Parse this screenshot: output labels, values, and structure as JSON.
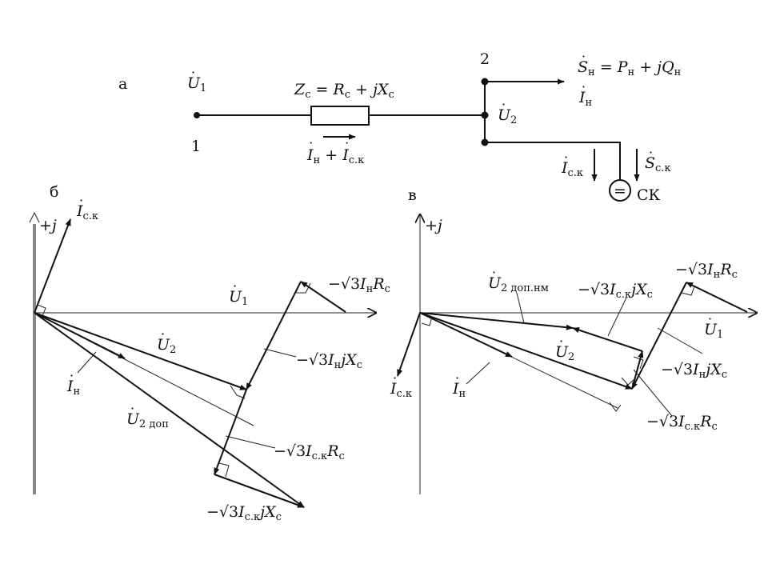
{
  "circuit": {
    "panel_label": "а",
    "node1_voltage": {
      "base": "U",
      "over": "·",
      "sub": "1"
    },
    "node1_number": "1",
    "impedance": {
      "lhs": "Z",
      "lhs_sub": "с",
      "eq": " = ",
      "r": "R",
      "r_sub": "с",
      "plus": " + ",
      "jx": "jX",
      "x_sub": "с"
    },
    "line_current": {
      "a": "I",
      "a_over": "·",
      "a_sub": "н",
      "plus": " + ",
      "b": "I",
      "b_over": "·",
      "b_sub": "с.к"
    },
    "node2_number": "2",
    "node2_voltage": {
      "base": "U",
      "over": "·",
      "sub": "2"
    },
    "load_power": {
      "s": "S",
      "s_over": "·",
      "s_sub": "н",
      "eq": " = ",
      "p": "P",
      "p_sub": "н",
      "plus": " + ",
      "jq": "jQ",
      "q_sub": "н"
    },
    "load_current": {
      "base": "I",
      "over": "·",
      "sub": "н"
    },
    "comp_current": {
      "base": "I",
      "over": "·",
      "sub": "с.к"
    },
    "comp_power": {
      "base": "S",
      "over": "·",
      "sub": "с.к"
    },
    "compensator_symbol": "=",
    "compensator_name": "СК"
  },
  "diagram_b": {
    "panel_label": "б",
    "axis_label": "+j",
    "comp_current": {
      "base": "I",
      "over": "·",
      "sub": "с.к"
    },
    "u1": {
      "base": "U",
      "over": "·",
      "sub": "1"
    },
    "term1": {
      "pre": "−√3",
      "i": "I",
      "i_sub": "н",
      "r": "R",
      "r_sub": "с"
    },
    "u2": {
      "base": "U",
      "over": "·",
      "sub": "2"
    },
    "term2": {
      "pre": "−√3",
      "i": "I",
      "i_sub": "н",
      "x": "jX",
      "x_sub": "с"
    },
    "load_current": {
      "base": "I",
      "over": "·",
      "sub": "н"
    },
    "u2_dop": {
      "base": "U",
      "over": "·",
      "sub": "2 доп"
    },
    "term3": {
      "pre": "−√3",
      "i": "I",
      "i_sub": "с.к",
      "r": "R",
      "r_sub": "с"
    },
    "term4": {
      "pre": "−√3",
      "i": "I",
      "i_sub": "с.к",
      "x": "jX",
      "x_sub": "с"
    }
  },
  "diagram_v": {
    "panel_label": "в",
    "axis_label": "+j",
    "u2_dop_nm": {
      "base": "U",
      "over": "·",
      "sub": "2 доп.нм"
    },
    "term_xc": {
      "pre": "−√3",
      "i": "I",
      "i_sub": "с.к",
      "x": "jX",
      "x_sub": "с"
    },
    "term_rn": {
      "pre": "−√3",
      "i": "I",
      "i_sub": "н",
      "r": "R",
      "r_sub": "с"
    },
    "u1": {
      "base": "U",
      "over": "·",
      "sub": "1"
    },
    "u2": {
      "base": "U",
      "over": "·",
      "sub": "2"
    },
    "term_xn": {
      "pre": "−√3",
      "i": "I",
      "i_sub": "н",
      "x": "jX",
      "x_sub": "с"
    },
    "comp_current": {
      "base": "I",
      "over": "·",
      "sub": "с.к"
    },
    "load_current": {
      "base": "I",
      "over": "·",
      "sub": "н"
    },
    "term_rc": {
      "pre": "−√3",
      "i": "I",
      "i_sub": "с.к",
      "r": "R",
      "r_sub": "с"
    }
  }
}
